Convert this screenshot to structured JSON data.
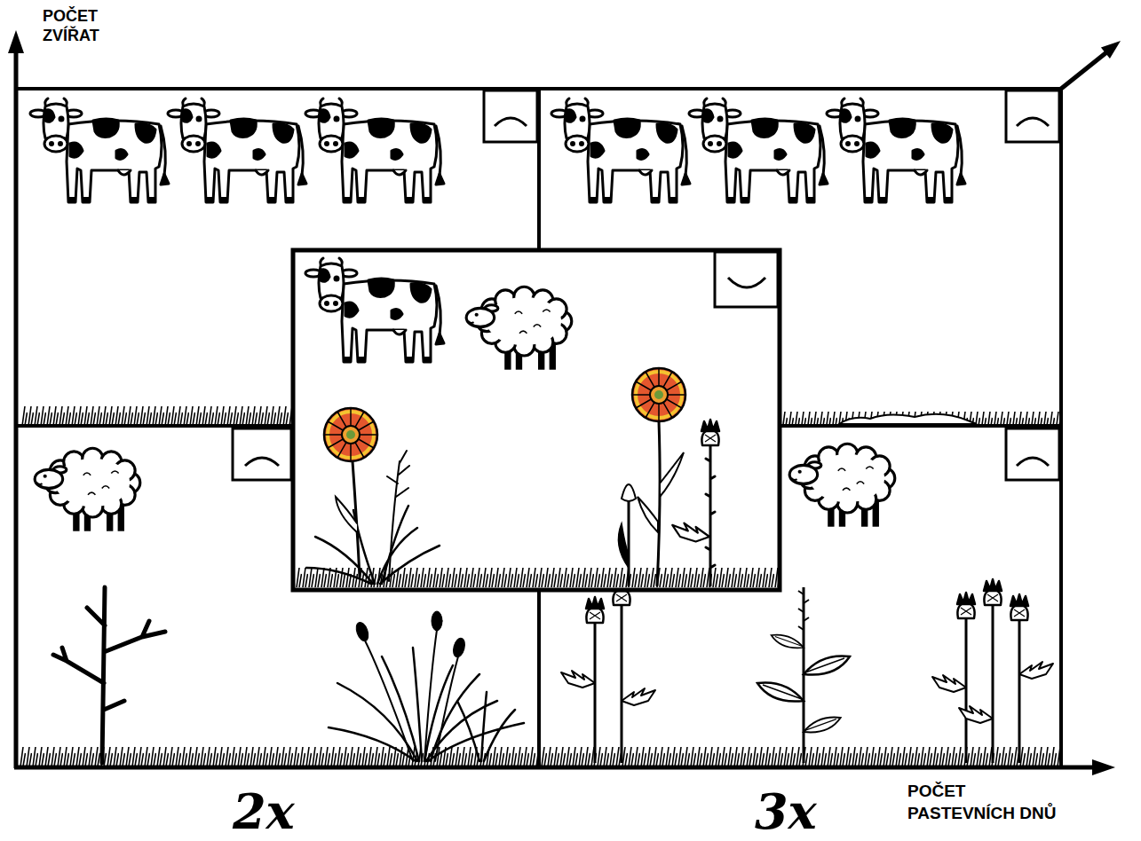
{
  "diagram": {
    "labels": [
      "POČET ZVÍŘAT",
      "POČET PASTEVNÍCH DNŮ",
      "2x",
      "3x"
    ]
  }
}
